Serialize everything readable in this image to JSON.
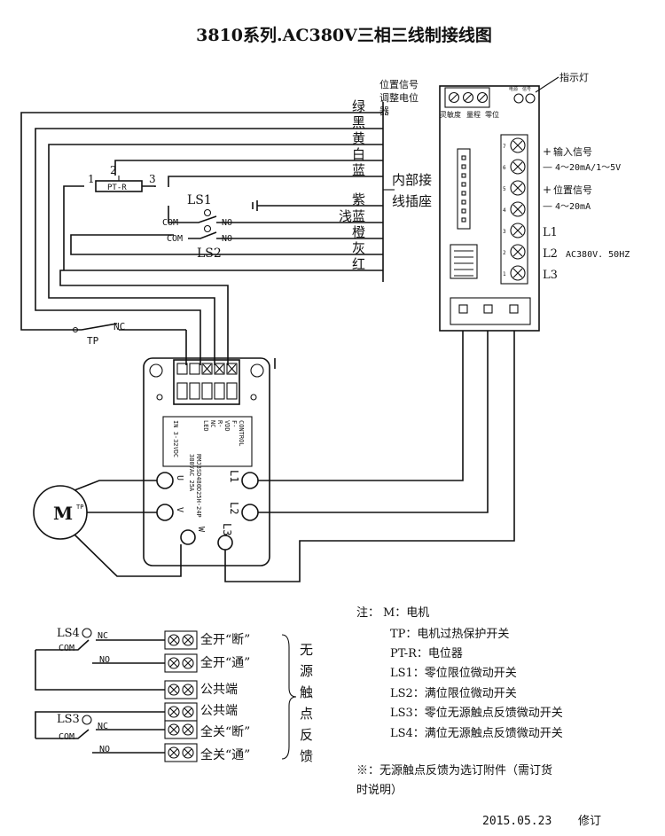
{
  "title": "3810系列.AC380V三相三线制接线图",
  "wire_colors": [
    "绿",
    "黑",
    "黄",
    "白",
    "蓝",
    "紫",
    "浅蓝",
    "橙",
    "灰",
    "红"
  ],
  "internal_socket": [
    "内部接",
    "线插座"
  ],
  "pot": {
    "pin1": "1",
    "pin2": "2",
    "pin3": "3",
    "label": "PT-R"
  },
  "ls1": {
    "name": "LS1",
    "com": "COM",
    "no": "NO"
  },
  "ls2": {
    "name": "LS2",
    "com": "COM",
    "no": "NO"
  },
  "tp": {
    "name": "TP",
    "nc": "NC"
  },
  "motor": {
    "label": "M",
    "tp": "TP"
  },
  "relay": {
    "terminals": [
      "U",
      "V",
      "W",
      "L1",
      "L2",
      "L3"
    ],
    "mini_text": [
      "CONTROL",
      "F-",
      "VDD",
      "R-",
      "NC",
      "LED",
      "IN 3-32VDC",
      "RMJ3SD480D25H-24P",
      "380VAC 25A"
    ]
  },
  "controller": {
    "pot_label": [
      "位置信号",
      "调整电位",
      "器"
    ],
    "pot_sub": [
      "灵敏度",
      "量程",
      "零位"
    ],
    "indicator": "指示灯",
    "indicator_small": [
      "电源",
      "信号"
    ],
    "terminal_numbers": [
      "7",
      "6",
      "5",
      "4",
      "3",
      "2",
      "1"
    ],
    "input_signal": {
      "plus": "+",
      "label": "输入信号",
      "minus": "—",
      "range": "4～20mA/1～5V"
    },
    "position_signal": {
      "plus": "+",
      "label": "位置信号",
      "minus": "—",
      "range": "4～20mA"
    },
    "power": {
      "l1": "L1",
      "l2": "L2",
      "l3": "L3",
      "spec": "AC380V. 50HZ"
    }
  },
  "contacts": {
    "ls4": {
      "name": "LS4",
      "com": "COM",
      "nc": "NC",
      "no": "NO"
    },
    "ls3": {
      "name": "LS3",
      "com": "COM",
      "nc": "NC",
      "no": "NO"
    },
    "rows": [
      "全开“断”",
      "全开“通”",
      "公共端",
      "公共端",
      "全关“断”",
      "全关“通”"
    ],
    "group_label": [
      "无",
      "源",
      "触",
      "点",
      "反",
      "馈"
    ]
  },
  "notes": {
    "heading": "注：",
    "items": [
      "M：电机",
      "TP：电机过热保护开关",
      "PT-R：电位器",
      "LS1：零位限位微动开关",
      "LS2：满位限位微动开关",
      "LS3：零位无源触点反馈微动开关",
      "LS4：满位无源触点反馈微动开关"
    ],
    "remark_1": "※：无源触点反馈为选订附件（需订货",
    "remark_2": "时说明）",
    "date": "2015.05.23",
    "revision": "修订"
  }
}
